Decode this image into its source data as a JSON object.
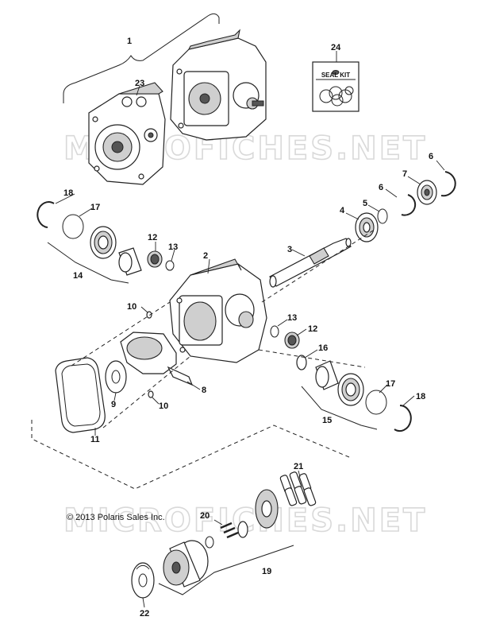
{
  "watermark": "MICROFICHES.NET",
  "copyright": "© 2013 Polaris Sales Inc.",
  "seal_kit": {
    "number": "24",
    "label": "SEAL KIT"
  },
  "callouts": {
    "c1": "1",
    "c2": "2",
    "c3": "3",
    "c4": "4",
    "c5": "5",
    "c6a": "6",
    "c6b": "6",
    "c7": "7",
    "c8": "8",
    "c9": "9",
    "c10a": "10",
    "c10b": "10",
    "c11": "11",
    "c12a": "12",
    "c12b": "12",
    "c13a": "13",
    "c13b": "13",
    "c14": "14",
    "c15": "15",
    "c16": "16",
    "c17a": "17",
    "c17b": "17",
    "c18a": "18",
    "c18b": "18",
    "c19": "19",
    "c20": "20",
    "c21": "21",
    "c22": "22",
    "c23": "23"
  }
}
